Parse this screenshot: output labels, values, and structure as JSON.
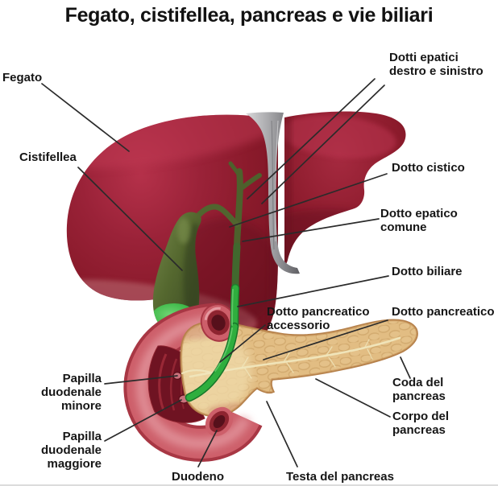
{
  "title": "Fegato, cistifellea, pancreas e vie biliari",
  "labels": {
    "fegato": "Fegato",
    "cistifellea": "Cistifellea",
    "dotti_epatici": "Dotti epatici\ndestro e sinistro",
    "dotto_cistico": "Dotto cistico",
    "dotto_epatico_comune": "Dotto epatico\ncomune",
    "dotto_biliare": "Dotto biliare",
    "dotto_pancreatico_accessorio": "Dotto pancreatico\naccessorio",
    "dotto_pancreatico": "Dotto pancreatico",
    "papilla_duodenale_minore": "Papilla duodenale\nminore",
    "papilla_duodenale_maggiore": "Papilla duodenale\nmaggiore",
    "coda_del_pancreas": "Coda del pancreas",
    "corpo_del_pancreas": "Corpo del pancreas",
    "duodeno": "Duodeno",
    "testa_del_pancreas": "Testa del pancreas"
  },
  "palette": {
    "liver": "#8c1b2c",
    "liver_highlight": "#b23048",
    "gallbladder_olive": "#55682f",
    "bile_duct_green": "#2fae3e",
    "duodenum": "#cd5f6a",
    "duodenum_interior": "#6f1322",
    "pancreas": "#e2bd83",
    "ligament_gray": "#a9a9ac",
    "leader_line": "#2b2b2b",
    "text": "#161616",
    "background": "#ffffff"
  }
}
